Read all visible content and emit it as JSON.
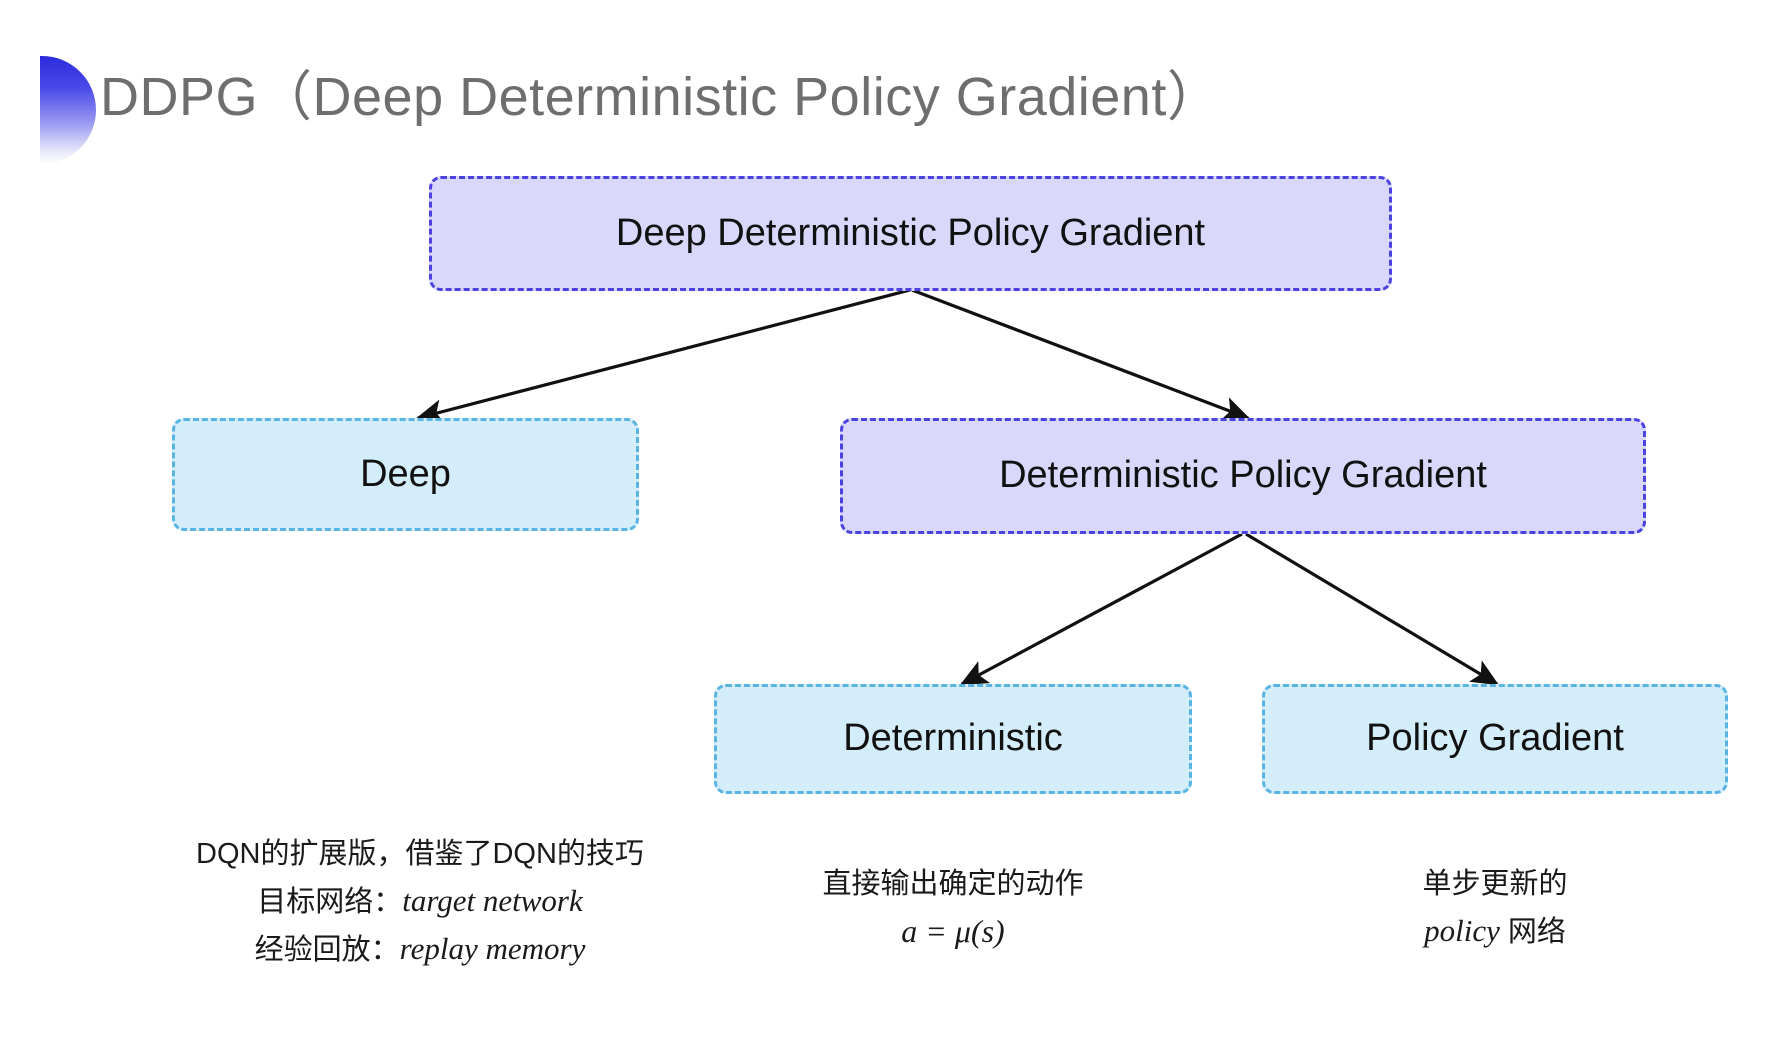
{
  "slide": {
    "title": "DDPG（Deep Deterministic Policy Gradient）",
    "bullet_icon": "half-circle-gradient-icon",
    "background_color": "#ffffff",
    "title_color": "#6e6e6e"
  },
  "colors": {
    "purple_fill": "#d9d7fa",
    "purple_border": "#4b43e0",
    "blue_fill": "#d3edfa",
    "blue_border": "#5ab4e3",
    "arrow": "#111111"
  },
  "diagram": {
    "type": "tree",
    "nodes": [
      {
        "id": "root",
        "label": "Deep Deterministic Policy Gradient",
        "style": "purple",
        "level": 0
      },
      {
        "id": "deep",
        "label": "Deep",
        "style": "blue",
        "level": 1
      },
      {
        "id": "dpg",
        "label": "Deterministic Policy Gradient",
        "style": "purple",
        "level": 1
      },
      {
        "id": "determ",
        "label": "Deterministic",
        "style": "blue",
        "level": 2
      },
      {
        "id": "policygrad",
        "label": "Policy Gradient",
        "style": "blue",
        "level": 2
      }
    ],
    "edges": [
      {
        "from": "root",
        "to": "deep"
      },
      {
        "from": "root",
        "to": "dpg"
      },
      {
        "from": "dpg",
        "to": "determ"
      },
      {
        "from": "dpg",
        "to": "policygrad"
      }
    ]
  },
  "captions": {
    "deep": {
      "line1": "DQN的扩展版，借鉴了DQN的技巧",
      "line2_label": "目标网络：",
      "line2_term": "target network",
      "line3_label": "经验回放：",
      "line3_term": "replay memory"
    },
    "deterministic": {
      "line1": "直接输出确定的动作",
      "formula": "a = μ(s)"
    },
    "policy_gradient": {
      "line1": "单步更新的",
      "line2_term": "policy",
      "line2_suffix": " 网络"
    }
  }
}
